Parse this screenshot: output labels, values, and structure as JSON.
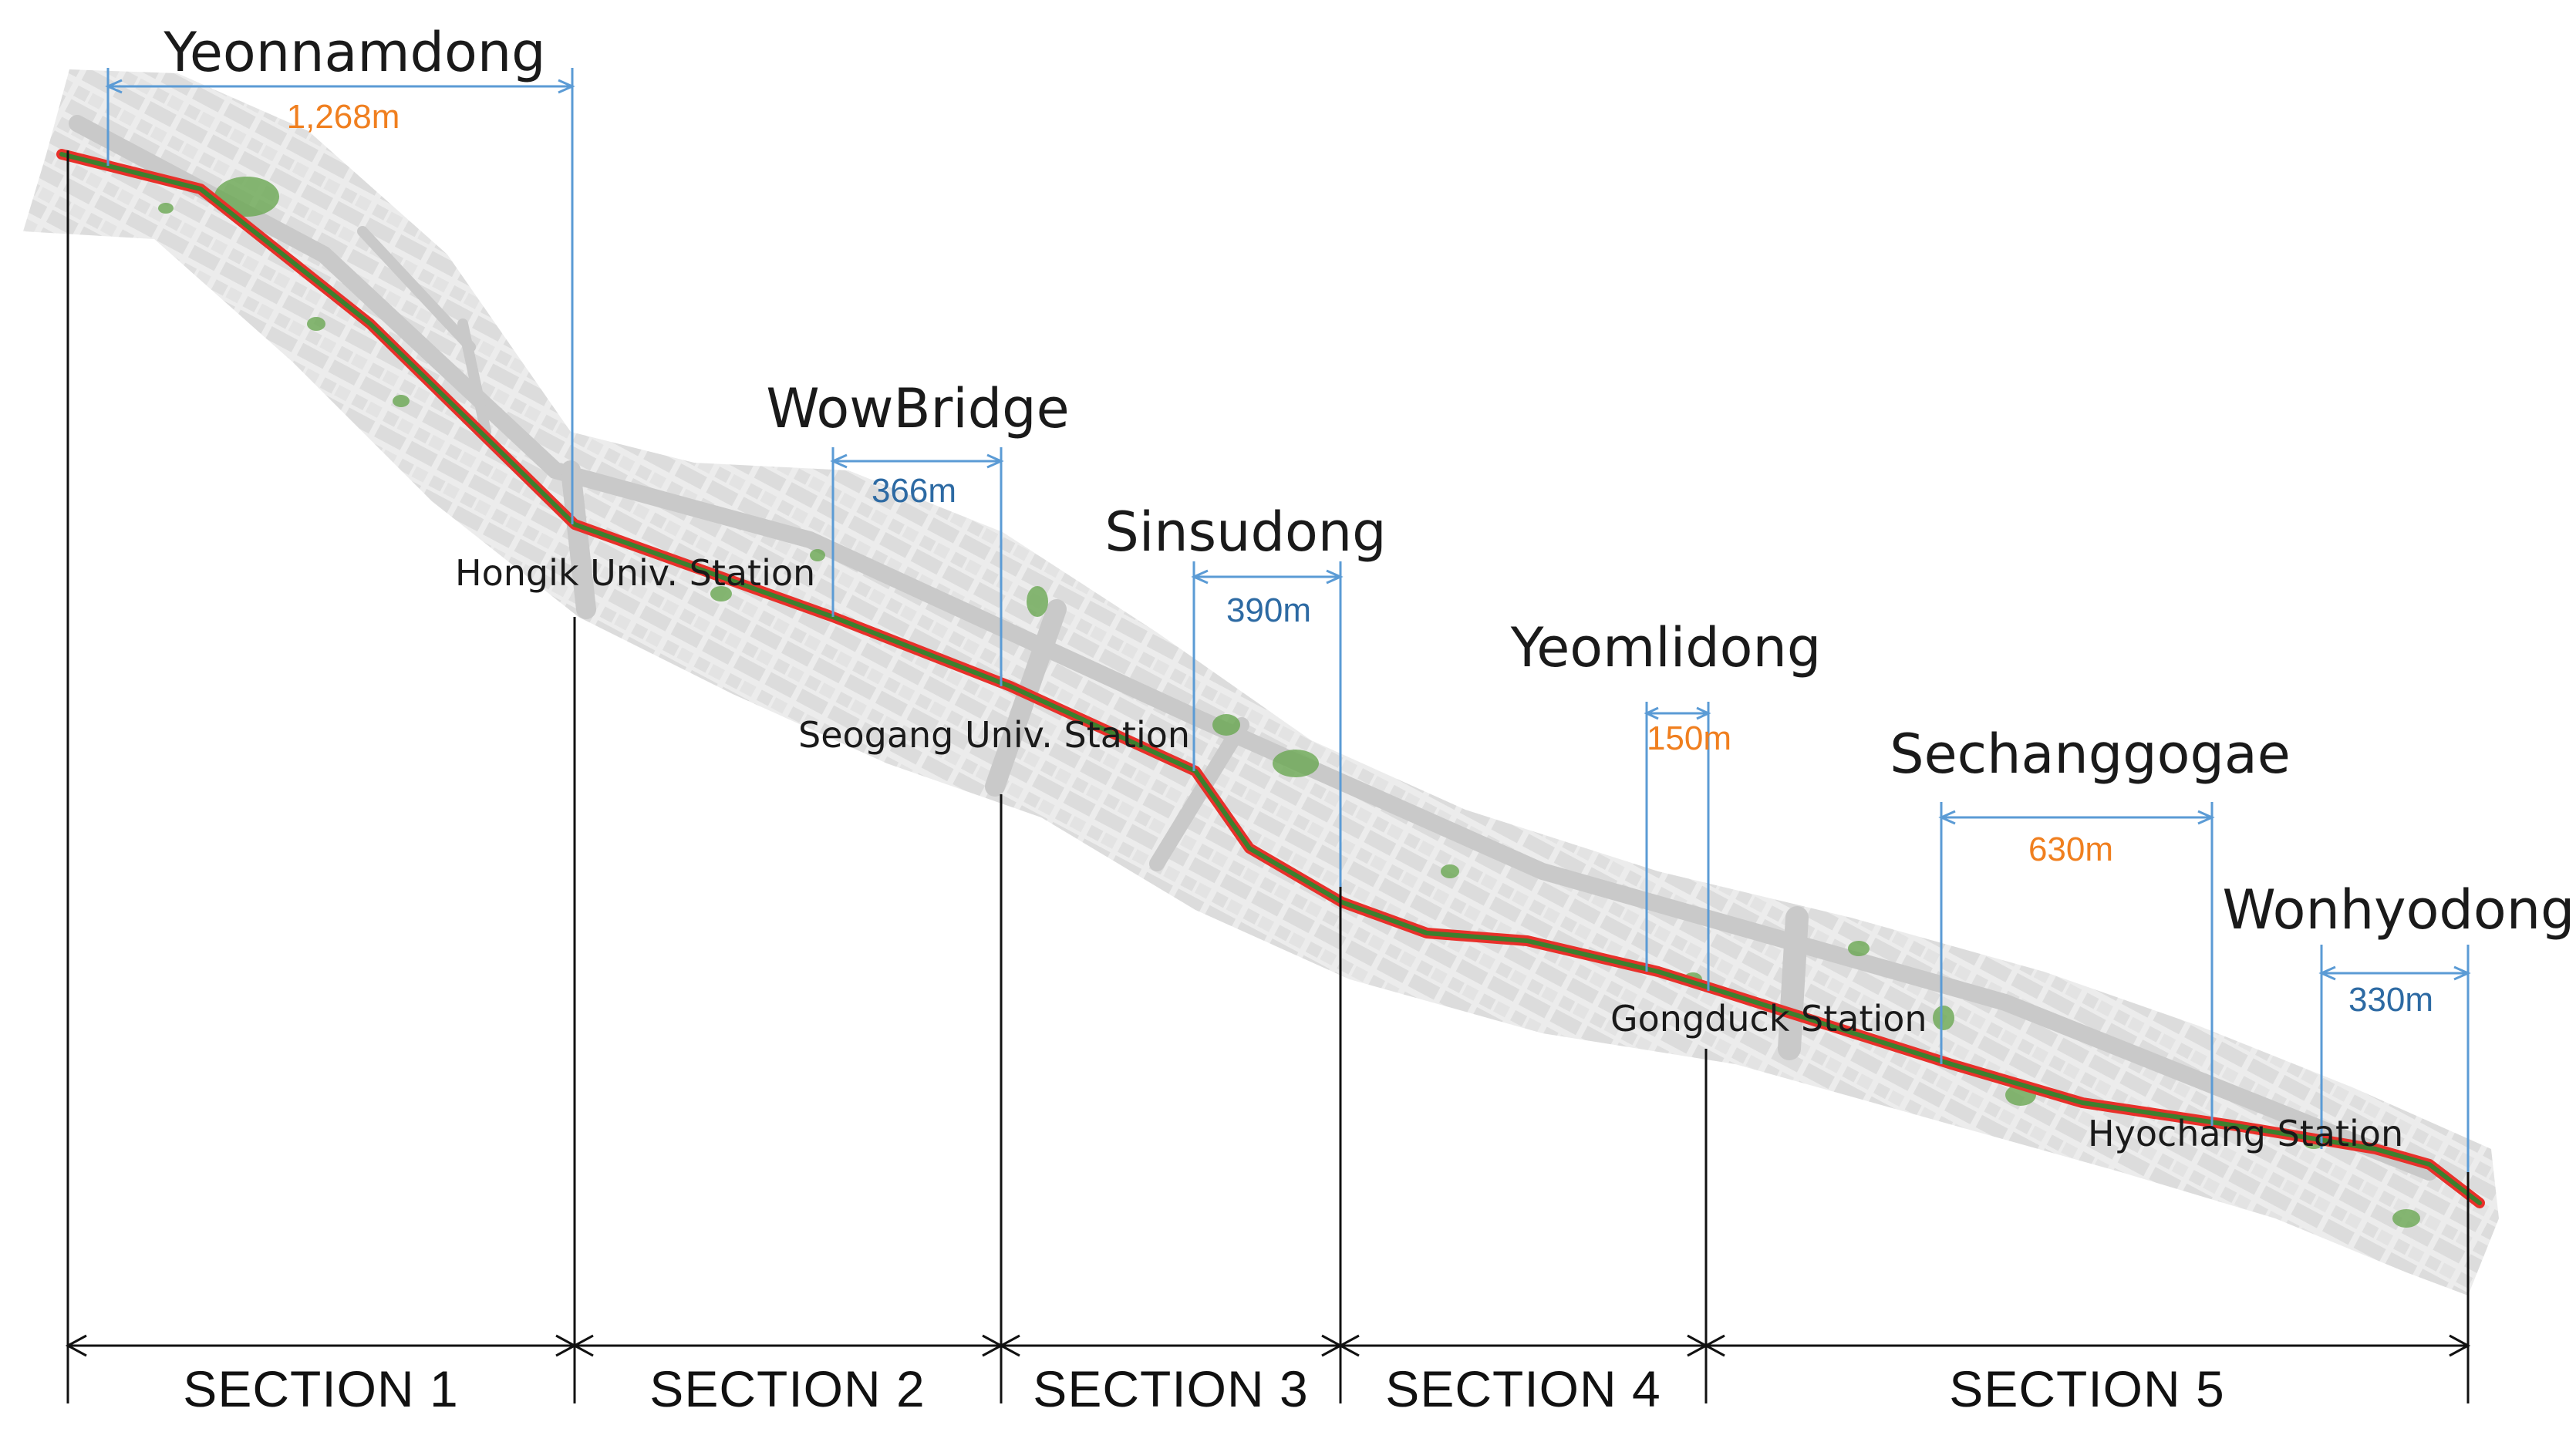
{
  "places": [
    {
      "name": "Yeonnamdong",
      "distance": "1,268m",
      "distance_color": "orange"
    },
    {
      "name": "WowBridge",
      "distance": "366m",
      "distance_color": "blue"
    },
    {
      "name": "Sinsudong",
      "distance": "390m",
      "distance_color": "blue"
    },
    {
      "name": "Yeomlidong",
      "distance": "150m",
      "distance_color": "orange"
    },
    {
      "name": "Sechanggogae",
      "distance": "630m",
      "distance_color": "orange"
    },
    {
      "name": "Wonhyodong",
      "distance": "330m",
      "distance_color": "blue"
    }
  ],
  "stations": [
    {
      "name": "Hongik Univ. Station"
    },
    {
      "name": "Seogang Univ. Station"
    },
    {
      "name": "Gongduck Station"
    },
    {
      "name": "Hyochang Station"
    }
  ],
  "sections": [
    {
      "label": "SECTION 1"
    },
    {
      "label": "SECTION 2"
    },
    {
      "label": "SECTION 3"
    },
    {
      "label": "SECTION 4"
    },
    {
      "label": "SECTION 5"
    }
  ],
  "colors": {
    "orange": "#f07f1f",
    "blue": "#2d6aa3",
    "route": "#e8302a",
    "park": "#5fa04a",
    "map_base": "#e9e9e9",
    "dimension_line": "#5b9bd5",
    "section_line": "#111111"
  }
}
